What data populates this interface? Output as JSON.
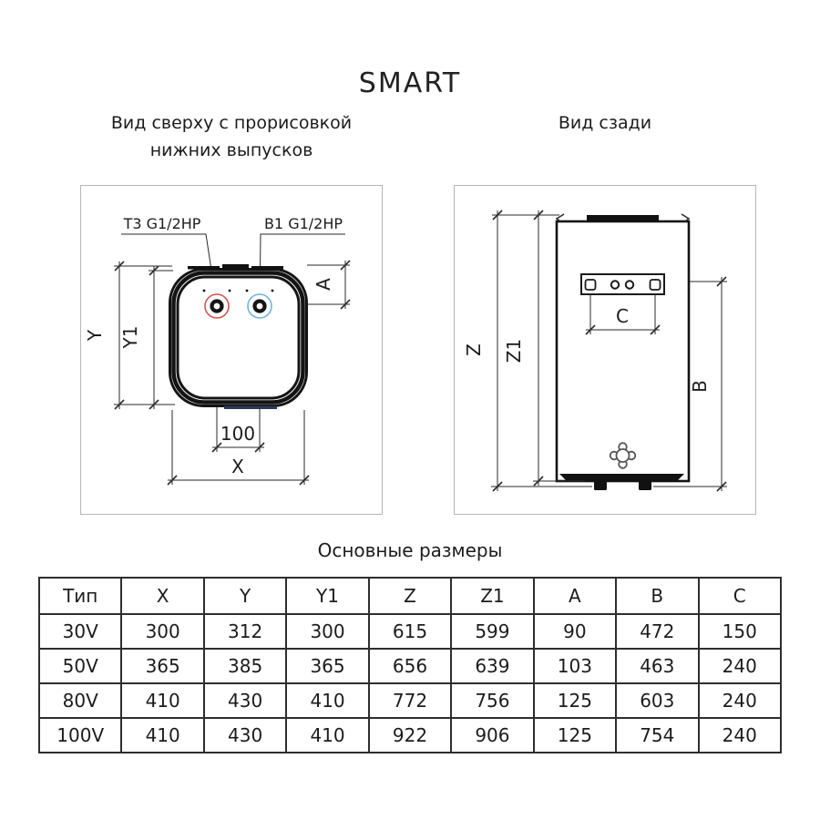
{
  "page": {
    "title": "SMART"
  },
  "views": {
    "top_view": {
      "title_line1": "Вид сверху с прорисовкой",
      "title_line2": "нижних выпусков",
      "port_left_label": "T3 G1/2HP",
      "port_right_label": "B1 G1/2HP",
      "port_left_color": "#d9534f",
      "port_right_color": "#6fb3e8",
      "dims": {
        "y": "Y",
        "y1": "Y1",
        "a": "A",
        "spacing": "100",
        "x": "X"
      }
    },
    "rear_view": {
      "title": "Вид сзади",
      "dims": {
        "z": "Z",
        "z1": "Z1",
        "b": "B",
        "c": "C"
      }
    }
  },
  "table": {
    "title": "Основные размеры",
    "columns": [
      "Тип",
      "X",
      "Y",
      "Y1",
      "Z",
      "Z1",
      "A",
      "B",
      "C"
    ],
    "rows": [
      [
        "30V",
        "300",
        "312",
        "300",
        "615",
        "599",
        "90",
        "472",
        "150"
      ],
      [
        "50V",
        "365",
        "385",
        "365",
        "656",
        "639",
        "103",
        "463",
        "240"
      ],
      [
        "80V",
        "410",
        "430",
        "410",
        "772",
        "756",
        "125",
        "603",
        "240"
      ],
      [
        "100V",
        "410",
        "430",
        "410",
        "922",
        "906",
        "125",
        "754",
        "240"
      ]
    ]
  }
}
